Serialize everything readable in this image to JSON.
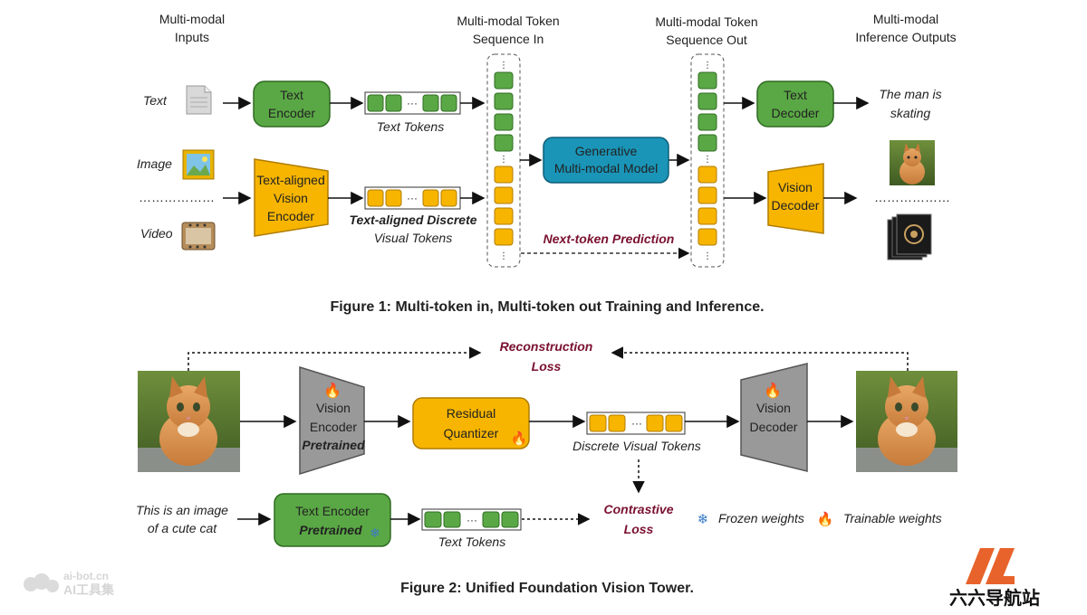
{
  "fig1": {
    "col_inputs": [
      "Multi-modal",
      "Inputs"
    ],
    "col_seq_in": [
      "Multi-modal Token",
      "Sequence In"
    ],
    "col_seq_out": [
      "Multi-modal Token",
      "Sequence Out"
    ],
    "col_outputs": [
      "Multi-modal",
      "Inference Outputs"
    ],
    "input_text": "Text",
    "input_image": "Image",
    "input_video": "Video",
    "text_encoder": [
      "Text",
      "Encoder"
    ],
    "vision_encoder": [
      "Text-aligned",
      "Vision",
      "Encoder"
    ],
    "text_tokens": "Text Tokens",
    "visual_tokens_bold": "Text-aligned Discrete",
    "visual_tokens": "Visual Tokens",
    "model": [
      "Generative",
      "Multi-modal Model"
    ],
    "next_token": "Next-token Prediction",
    "text_decoder": [
      "Text",
      "Decoder"
    ],
    "vision_decoder": [
      "Vision",
      "Decoder"
    ],
    "text_output": [
      "The man is",
      "skating"
    ],
    "caption": "Figure 1: Multi-token in, Multi-token out Training and Inference."
  },
  "fig2": {
    "reconstruction": [
      "Reconstruction",
      "Loss"
    ],
    "vision_encoder": [
      "Vision",
      "Encoder"
    ],
    "pretrained": "Pretrained",
    "quantizer": [
      "Residual",
      "Quantizer"
    ],
    "discrete_tokens": "Discrete Visual Tokens",
    "vision_decoder": [
      "Vision",
      "Decoder"
    ],
    "caption_input": [
      "This is an image",
      "of a cute cat"
    ],
    "text_encoder": "Text Encoder",
    "text_tokens": "Text Tokens",
    "contrastive": [
      "Contrastive",
      "Loss"
    ],
    "frozen": "Frozen weights",
    "trainable": "Trainable weights",
    "caption": "Figure 2: Unified Foundation Vision Tower."
  },
  "watermark_left": [
    "ai-bot.cn",
    "AI工具集"
  ],
  "watermark_right": "六六导航站",
  "colors": {
    "green": "#5aa845",
    "green_dark": "#2f6b22",
    "orange": "#f7b500",
    "orange_dark": "#b07c00",
    "blue": "#1a95b8",
    "gray": "#999999",
    "maroon": "#7a1030"
  }
}
